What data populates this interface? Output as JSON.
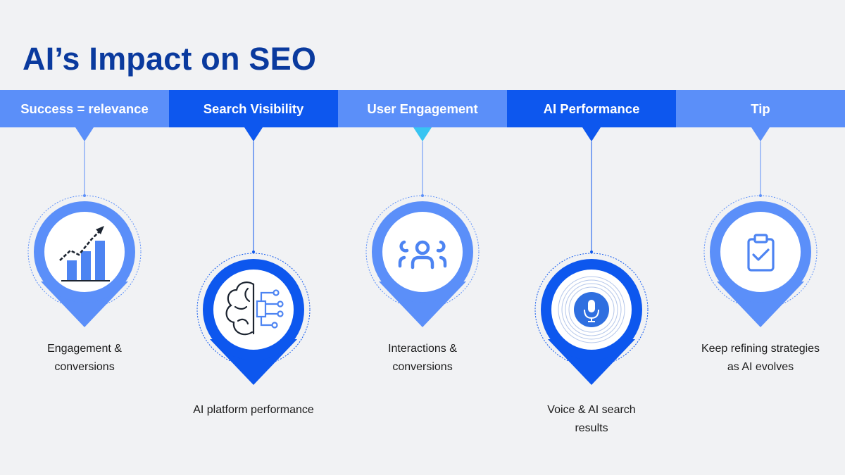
{
  "title": "AI’s Impact on SEO",
  "columns": [
    {
      "header": "Success = relevance",
      "caption_lines": [
        "Engagement &",
        "conversions"
      ],
      "icon": "bar-chart-growth-icon"
    },
    {
      "header": "Search Visibility",
      "caption_lines": [
        "AI platform performance"
      ],
      "icon": "brain-circuit-icon"
    },
    {
      "header": "User Engagement",
      "caption_lines": [
        "Interactions &",
        "conversions"
      ],
      "icon": "users-group-icon"
    },
    {
      "header": "AI Performance",
      "caption_lines": [
        "Voice & AI search",
        "results"
      ],
      "icon": "microphone-icon"
    },
    {
      "header": "Tip",
      "caption_lines": [
        "Keep refining strategies",
        "as AI evolves"
      ],
      "icon": "clipboard-check-icon"
    }
  ],
  "colors": {
    "title": "#0a3a9e",
    "light_blue": "#5b8ff9",
    "dark_blue": "#0d57ee",
    "cyan_accent": "#38c4f2",
    "background": "#f1f2f4"
  }
}
